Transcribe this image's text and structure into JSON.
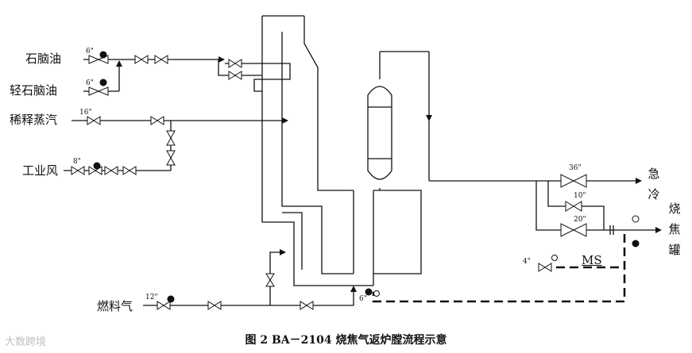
{
  "inlets": {
    "naphtha": "石脑油",
    "light_naphtha": "轻石脑油",
    "dilution_steam": "稀释蒸汽",
    "industrial_air": "工业风",
    "fuel_gas": "燃料气"
  },
  "outlets": {
    "quench": [
      "急",
      "冷"
    ],
    "decoke_tank": [
      "烧",
      "焦",
      "罐"
    ]
  },
  "line_sizes": {
    "naphtha": "6\"",
    "light_naphtha": "6\"",
    "dilution_steam": "16\"",
    "industrial_air": "8\"",
    "fuel_gas": "12\"",
    "quench": "36\"",
    "bypass": "10\"",
    "decoke": "20\"",
    "burner": "6\"",
    "ms": "4\""
  },
  "steam_label": "MS",
  "caption": "图 2    BA－2104 烧焦气返炉膛流程示意",
  "watermark": "大数跨境"
}
